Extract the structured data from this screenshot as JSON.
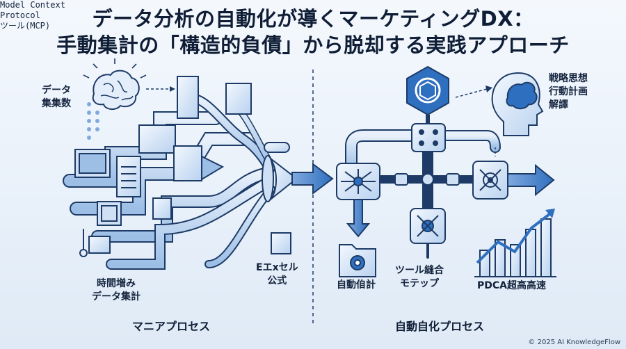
{
  "title": {
    "line1": "データ分析の自動化が導くマーケティングDX：",
    "line2": "手動集計の「構造的負債」から脱却する実践アプローチ"
  },
  "left": {
    "data_label": [
      "データ",
      "集集数"
    ],
    "time_label": [
      "時間増み",
      "データ集計"
    ],
    "excel_label": [
      "Eエxセル",
      "公式"
    ],
    "section_label": "マニアプロセス"
  },
  "right": {
    "mcp_label": [
      "Model Context",
      "Protocol",
      "ツール(MCP)"
    ],
    "brain_label": [
      "戦略思想",
      "行動計画",
      "解譯"
    ],
    "auto_label": "自動㑑計",
    "motif_label": [
      "ツール縫合",
      "モテップ"
    ],
    "pdca_label": "PDCA超高高速",
    "section_label": "自動自化プロセス"
  },
  "copyright": "© 2025 AI KnowledgeFlow",
  "colors": {
    "accent": "#2f6fbf",
    "dark": "#1d3b66",
    "light": "#cfe0f4",
    "bg": "#eef4fb"
  }
}
